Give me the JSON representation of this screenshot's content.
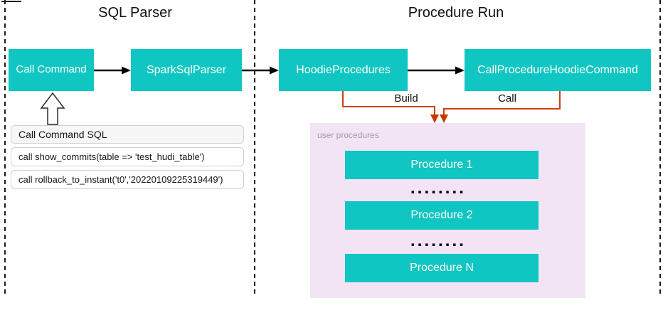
{
  "sections": {
    "sql_parser": {
      "title": "SQL Parser"
    },
    "procedure_run": {
      "title": "Procedure Run"
    }
  },
  "nodes": {
    "call_command": "Call Command",
    "spark_sql_parser": "SparkSqlParser",
    "hoodie_procedures": "HoodieProcedures",
    "call_procedure_hoodie_command": "CallProcedureHoodieCommand"
  },
  "flow": {
    "build_label": "Build",
    "call_label": "Call"
  },
  "sql_box": {
    "header": "Call Command SQL",
    "statements": [
      "call show_commits(table => 'test_hudi_table')",
      "call rollback_to_instant('t0','20220109225319449')"
    ]
  },
  "user_procedures": {
    "label": "user procedures",
    "items": [
      "Procedure 1",
      "Procedure 2",
      "Procedure N"
    ],
    "ellipsis": "▪▪▪▪▪▪▪▪"
  },
  "colors": {
    "node_teal": "#10C6C2",
    "connector_orange": "#CC4010",
    "arrowhead_red": "#C33A02",
    "panel_pink": "#F2E3F5",
    "sql_header_bg": "#F7F7F7",
    "box_border": "#CFCFCF",
    "muted_label": "#A49CA9"
  }
}
